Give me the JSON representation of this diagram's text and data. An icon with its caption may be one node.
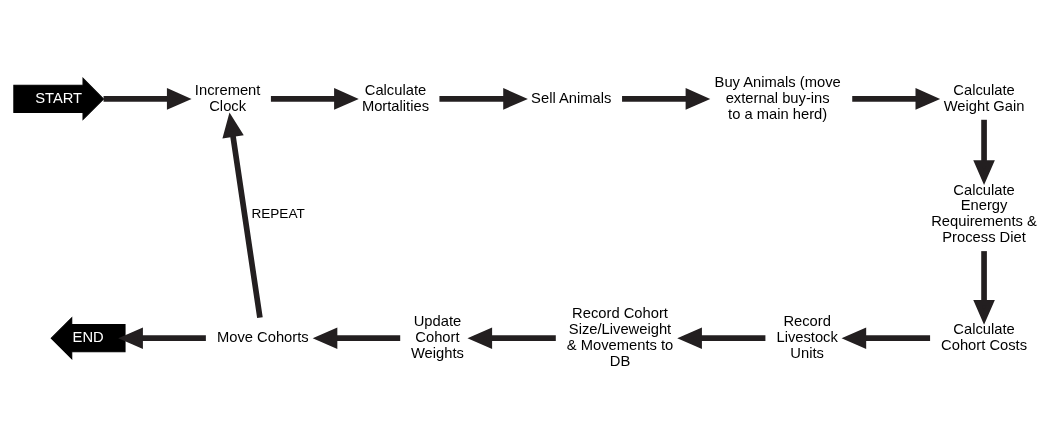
{
  "diagram": {
    "nodes": [
      {
        "text": [
          "START"
        ]
      },
      {
        "text": [
          "Increment Clock"
        ]
      },
      {
        "text": [
          "Calculate Mortalities"
        ]
      },
      {
        "text": [
          "Sell Animals"
        ]
      },
      {
        "text": [
          "Buy Animals (move external buy-ins to a main herd)"
        ]
      },
      {
        "text": [
          "Calculate Weight Gain"
        ]
      },
      {
        "text": [
          "Calculate Energy Requirements & Process Diet"
        ]
      },
      {
        "text": [
          "Calculate Cohort Costs"
        ]
      },
      {
        "text": [
          "Record Livestock Units"
        ]
      },
      {
        "text": [
          "Record Cohort Size/Liveweight & Movements to DB"
        ]
      },
      {
        "text": [
          "Update Cohort Weights"
        ]
      },
      {
        "text": [
          "Move Cohorts"
        ]
      },
      {
        "text": [
          "END"
        ]
      }
    ],
    "edges": [
      {
        "from": 0,
        "to": 1,
        "arrow": "to"
      },
      {
        "from": 1,
        "to": 2,
        "arrow": "to"
      },
      {
        "from": 2,
        "to": 3,
        "arrow": "to"
      },
      {
        "from": 3,
        "to": 4,
        "arrow": "to"
      },
      {
        "from": 4,
        "to": 5,
        "arrow": "to"
      },
      {
        "from": 5,
        "to": 6,
        "arrow": "to"
      },
      {
        "from": 6,
        "to": 7,
        "arrow": "to"
      },
      {
        "from": 7,
        "to": 8,
        "arrow": "to"
      },
      {
        "from": 8,
        "to": 9,
        "arrow": "to"
      },
      {
        "from": 9,
        "to": 10,
        "arrow": "to"
      },
      {
        "from": 10,
        "to": 11,
        "arrow": "to"
      },
      {
        "from": 11,
        "to": 12,
        "arrow": "to"
      },
      {
        "from": 11,
        "to": 1,
        "arrow": "to",
        "label": "REPEAT"
      }
    ]
  }
}
